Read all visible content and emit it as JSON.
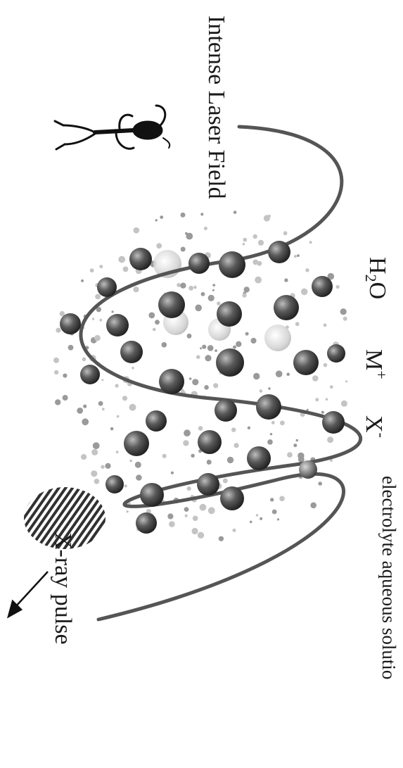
{
  "labels": {
    "laser_field": "Intense Laser Field",
    "solution": "electrolyte aqueous solutio",
    "xray_pulse": "X-ray pulse"
  },
  "species": {
    "water": {
      "base": "H",
      "sub": "2",
      "tail": "O"
    },
    "cation": {
      "base": "M",
      "sup": "+"
    },
    "anion": {
      "base": "X",
      "sup": "-"
    }
  },
  "colors": {
    "wave": "#555555",
    "ion_dark": "#3a3a3a",
    "ion_light": "#cfcfcf",
    "text": "#1a1a1a"
  },
  "icons": {
    "figure": "walking-figure-icon",
    "pulse": "xray-pulse-hatch-icon",
    "arrow": "arrow-icon"
  }
}
